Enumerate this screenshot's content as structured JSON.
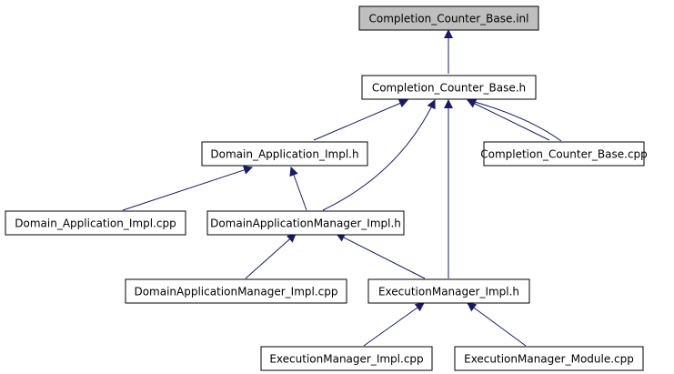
{
  "colors": {
    "edge": "#191970",
    "node_border": "#000000",
    "node_fill": "#ffffff",
    "highlight_fill": "#bfbfbf"
  },
  "nodes": [
    {
      "id": "base_inl",
      "label": "Completion_Counter_Base.inl",
      "highlight": true
    },
    {
      "id": "base_h",
      "label": "Completion_Counter_Base.h",
      "highlight": false
    },
    {
      "id": "domain_app_h",
      "label": "Domain_Application_Impl.h",
      "highlight": false
    },
    {
      "id": "base_cpp",
      "label": "Completion_Counter_Base.cpp",
      "highlight": false
    },
    {
      "id": "domain_app_cpp",
      "label": "Domain_Application_Impl.cpp",
      "highlight": false
    },
    {
      "id": "dam_h",
      "label": "DomainApplicationManager_Impl.h",
      "highlight": false
    },
    {
      "id": "dam_cpp",
      "label": "DomainApplicationManager_Impl.cpp",
      "highlight": false
    },
    {
      "id": "em_h",
      "label": "ExecutionManager_Impl.h",
      "highlight": false
    },
    {
      "id": "em_cpp",
      "label": "ExecutionManager_Impl.cpp",
      "highlight": false
    },
    {
      "id": "em_module_cpp",
      "label": "ExecutionManager_Module.cpp",
      "highlight": false
    }
  ]
}
